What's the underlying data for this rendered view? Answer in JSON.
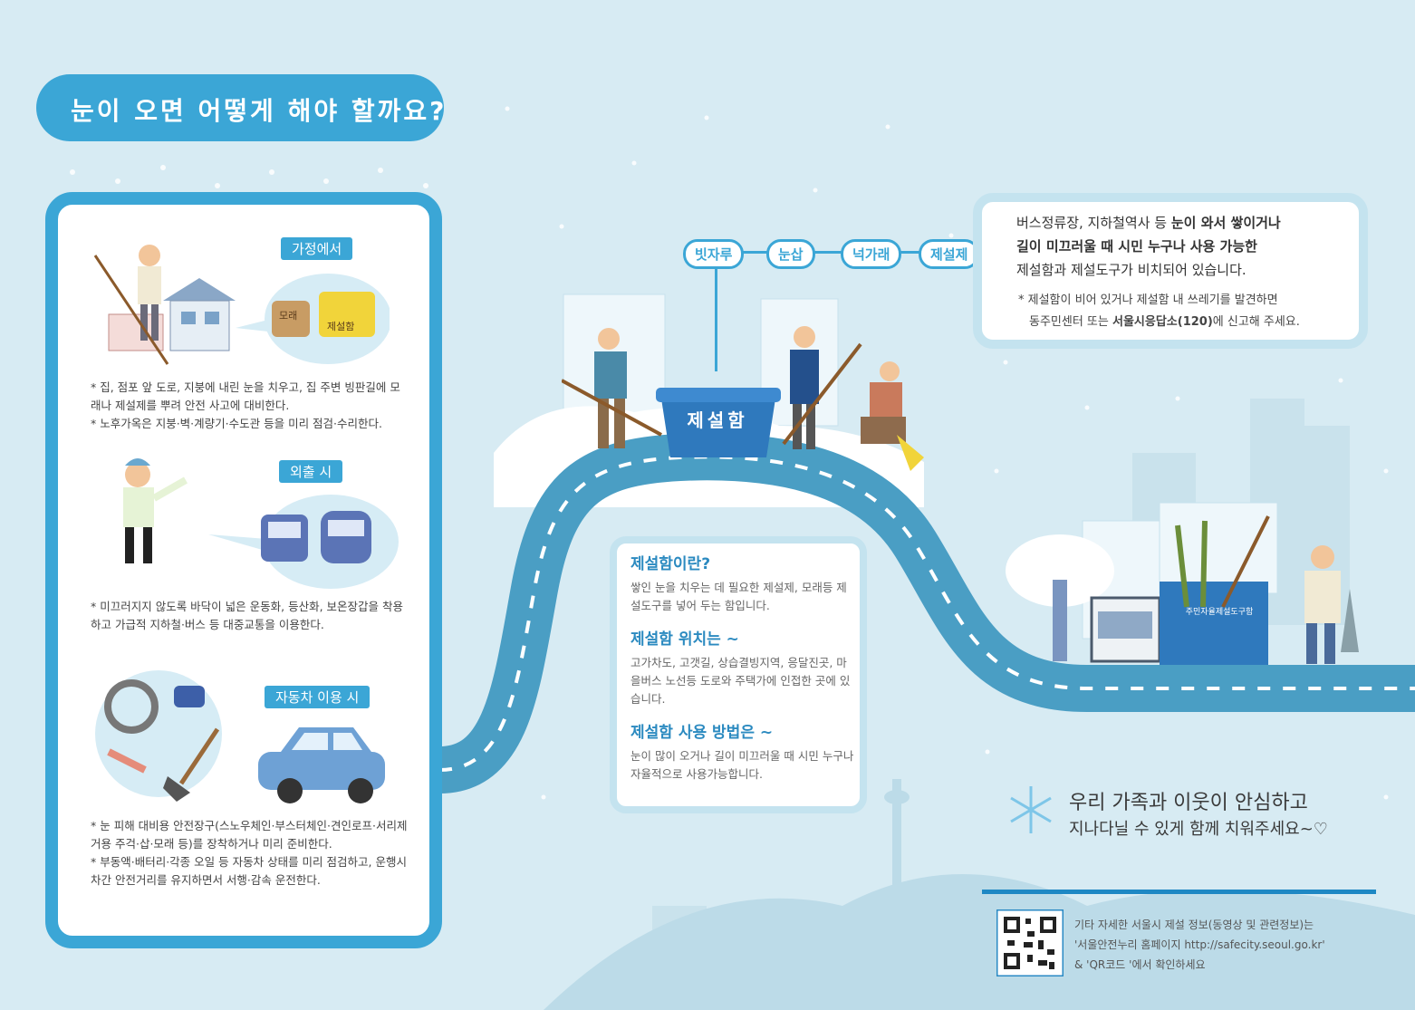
{
  "title": "눈이 오면 어떻게 해야 할까요?",
  "home": {
    "tag": "가정에서",
    "items": [
      "* 집, 점포 앞 도로, 지붕에 내린 눈을 치우고, 집 주변 빙판길에 모래나 제설제를 뿌려 안전 사고에 대비한다.",
      "* 노후가옥은 지붕·벽·계량기·수도관 등을 미리 점검·수리한다."
    ],
    "sand_label": "모래",
    "box_label": "제설함"
  },
  "outdoor": {
    "tag": "외출 시",
    "items": [
      "* 미끄러지지 않도록 바닥이 넓은 운동화, 등산화, 보온장갑을 착용하고 가급적 지하철·버스 등 대중교통을 이용한다."
    ]
  },
  "car": {
    "tag": "자동차 이용 시",
    "items": [
      "* 눈 피해 대비용 안전장구(스노우체인·부스터체인·견인로프·서리제거용 주걱·삽·모래 등)를 장착하거나 미리 준비한다.",
      "* 부동액·배터리·각종 오일 등 자동차 상태를 미리 점검하고, 운행시 차간 안전거리를 유지하면서 서행·감속 운전한다."
    ]
  },
  "road_labels": [
    "빗자루",
    "눈삽",
    "넉가래",
    "제설제"
  ],
  "snowbox_label": "제설함",
  "info": {
    "line1_normal": "버스정류장, 지하철역사 등 ",
    "line1_bold": "눈이 와서 쌓이거나",
    "line2_bold": "길이 미끄러울 때 시민 누구나 사용 가능한",
    "line3": "제설함과 제설도구가 비치되어 있습니다.",
    "note1": "* 제설함이 비어 있거나 제설함 내 쓰레기를 발견하면",
    "note2_a": "동주민센터 또는 ",
    "note2_bold": "서울시응답소(120)",
    "note2_b": "에 신고해 주세요."
  },
  "center": {
    "q1": "제설함이란?",
    "a1": "쌓인 눈을 치우는 데 필요한 제설제, 모래등 제설도구를 넣어 두는 함입니다.",
    "q2": "제설함 위치는 ~",
    "a2": "고가차도, 고갯길, 상습결빙지역, 응달진곳, 마을버스 노선등 도로와 주택가에 인접한 곳에 있습니다.",
    "q3": "제설함 사용 방법은 ~",
    "a3": "눈이 많이 오거나 길이 미끄러울 때 시민 누구나 자율적으로 사용가능합니다."
  },
  "tool_box_label": "주민자율제설도구함",
  "slogan": {
    "line1": "우리 가족과 이웃이 안심하고",
    "line2": "지나다닐 수 있게 함께 치워주세요~♡"
  },
  "footer": {
    "line1": "기타 자세한 서울시 제설 정보(동영상 및 관련정보)는",
    "line2": "'서울안전누리 홈페이지 http://safecity.seoul.go.kr'",
    "line3": "& 'QR코드 '에서 확인하세요"
  },
  "colors": {
    "background": "#d7ebf3",
    "accent": "#3ba6d6",
    "road": "#4a9ec4",
    "panel_border": "#c4e3ef",
    "footer_line": "#1e88c4"
  }
}
